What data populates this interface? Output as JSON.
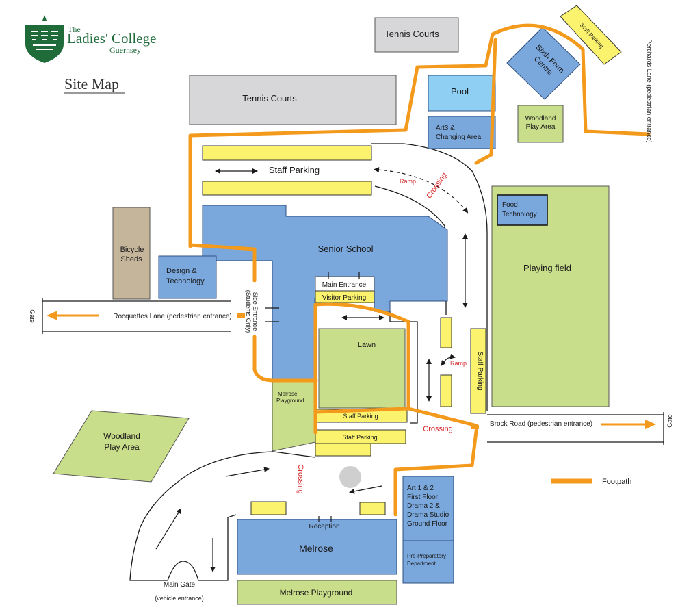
{
  "colors": {
    "building": "#7aa7dc",
    "building_border": "#2f4f7f",
    "pool": "#8ecff3",
    "green": "#c9de8a",
    "grey": "#d7d7d9",
    "tan": "#c5b59b",
    "parking": "#fbf36e",
    "footpath": "#f39a1c",
    "crossing": "#d6282b",
    "brand_green": "#1f6b3a"
  },
  "brand": {
    "the": "The",
    "name": "Ladies' College",
    "place": "Guernsey",
    "logo_icon": "college-crest-icon"
  },
  "page_title": "Site Map",
  "areas": {
    "tennis_top": "Tennis Courts",
    "tennis_main": "Tennis Courts",
    "pool": "Pool",
    "art3_line1": "Art3 &",
    "art3_line2": "Changing Area",
    "sixth_form_line1": "Sixth Form",
    "sixth_form_line2": "Centre",
    "staff_parking_diag": "Staff Parking",
    "woodland_small_line1": "Woodland",
    "woodland_small_line2": "Play Area",
    "staff_parking_top": "Staff Parking",
    "ramp_top": "Ramp",
    "crossing_top": "Crossing",
    "food_tech_line1": "Food",
    "food_tech_line2": "Technology",
    "playing_field": "Playing field",
    "senior_school": "Senior School",
    "bicycle_line1": "Bicycle",
    "bicycle_line2": "Sheds",
    "design_tech_line1": "Design &",
    "design_tech_line2": "Technology",
    "main_entrance": "Main Entrance",
    "visitor_parking": "Visitor Parking",
    "side_entrance_line1": "Side Entrance",
    "side_entrance_line2": "(Students Only)",
    "gate_left": "Gate",
    "rocquettes_lane": "Rocquettes Lane (pedestrian entrance)",
    "lawn": "Lawn",
    "ramp_mid": "Ramp",
    "staff_parking_vertical": "Staff Parking",
    "melrose_playground_small_line1": "Melrose",
    "melrose_playground_small_line2": "Playground",
    "staff_parking_lower1": "Staff Parking",
    "staff_parking_lower2": "Staff Parking",
    "crossing_mid": "Crossing",
    "brock_road": "Brock Road (pedestrian entrance)",
    "gate_right": "Gate",
    "woodland_big_line1": "Woodland",
    "woodland_big_line2": "Play Area",
    "crossing_low": "Crossing",
    "art12_lines": [
      "Art 1 & 2",
      "First Floor",
      "Drama 2 &",
      "Drama Studio",
      "Ground Floor"
    ],
    "prep_line1": "Pre-Preparatory",
    "prep_line2": "Department",
    "reception": "Reception",
    "melrose": "Melrose",
    "melrose_playground": "Melrose Playground",
    "main_gate_line1": "Main Gate",
    "main_gate_line2": "(vehicle entrance)",
    "perchards_lane": "Perchards Lane (pedestrian entrance)"
  },
  "legend": {
    "footpath": "Footpath"
  }
}
